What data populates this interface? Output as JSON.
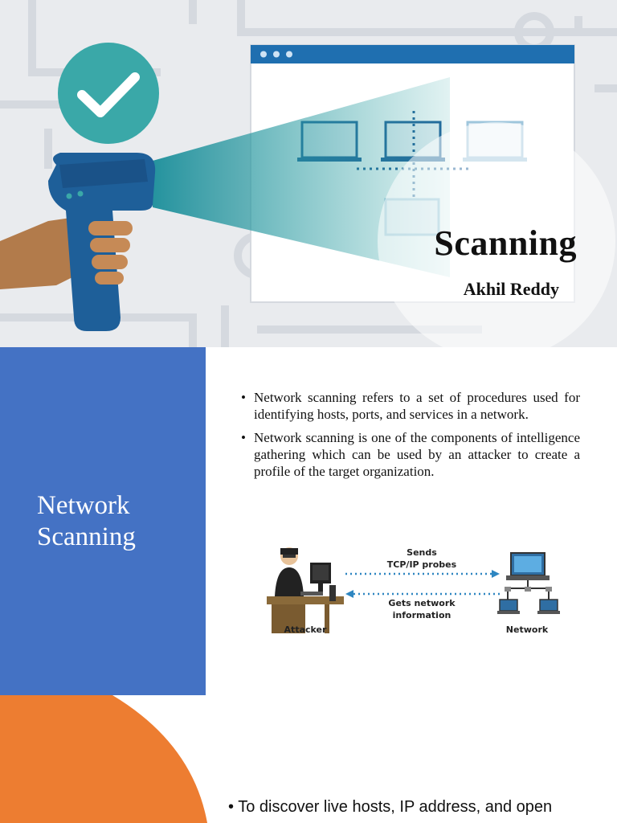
{
  "slide1": {
    "title": "Scanning",
    "author": "Akhil Reddy",
    "icons": [
      "checkmark-icon",
      "barcode-scanner-icon",
      "browser-window-icon",
      "laptop-icon"
    ],
    "colors": {
      "accent_teal": "#3aa8a8",
      "scanner_blue": "#1e5f99",
      "window_bar": "#1f6fb0",
      "background": "#e9ebee"
    }
  },
  "slide2": {
    "panel_title_line1": "Network",
    "panel_title_line2": "Scanning",
    "bullets": [
      "Network scanning refers to a set of procedures used for identifying hosts, ports, and services in a network.",
      "Network scanning is one of the components of intelligence gathering which can be used by an attacker to create a profile of the target organization."
    ],
    "diagram": {
      "sends_line1": "Sends",
      "sends_line2": "TCP/IP probes",
      "gets_line1": "Gets network",
      "gets_line2": "information",
      "attacker_label": "Attacker",
      "network_label": "Network"
    },
    "colors": {
      "panel": "#4472c4",
      "arrow": "#2e86c1"
    }
  },
  "slide3": {
    "bullet": "To discover live hosts, IP address, and open",
    "colors": {
      "orange": "#ed7d31"
    }
  }
}
